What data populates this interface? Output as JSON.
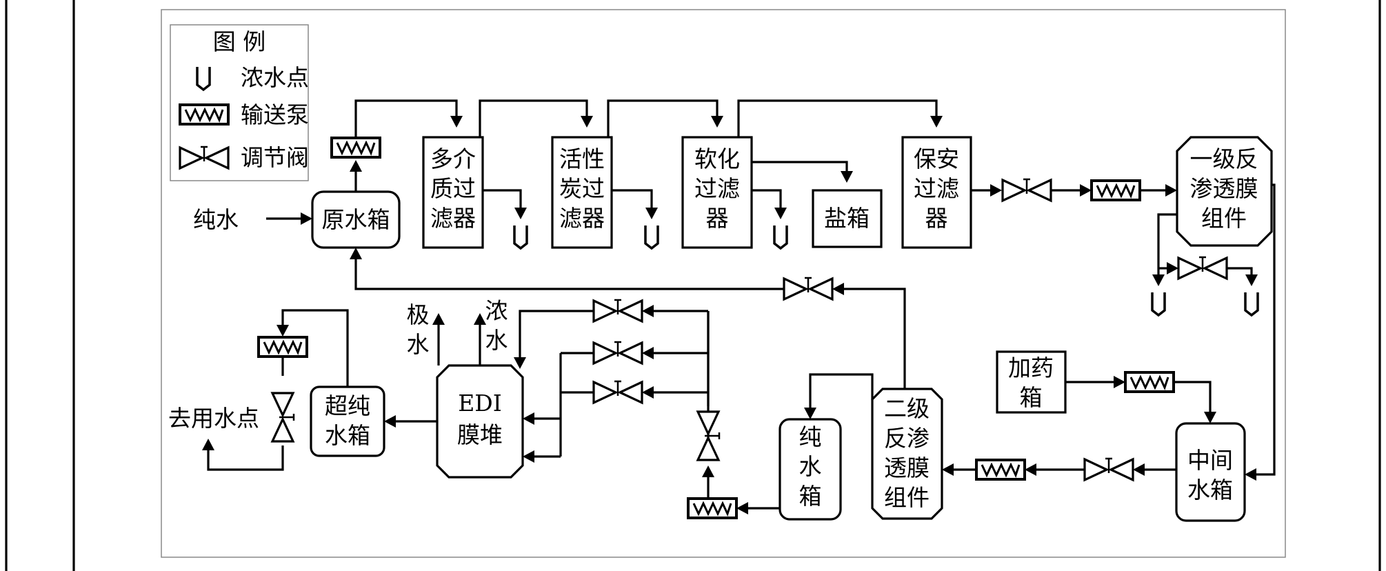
{
  "legend": {
    "title": "图  例",
    "items": [
      {
        "icon": "concentrate-point-icon",
        "label": "浓水点"
      },
      {
        "icon": "pump-icon",
        "label": "输送泵"
      },
      {
        "icon": "valve-icon",
        "label": "调节阀"
      }
    ]
  },
  "labels": {
    "pure_water_in": "纯水",
    "to_use_point": "去用水点",
    "electrode_water": [
      "极",
      "水"
    ],
    "concentrate_water": [
      "浓",
      "水"
    ]
  },
  "nodes": {
    "raw_tank": [
      "原水箱"
    ],
    "multi_media": [
      "多介",
      "质过",
      "滤器"
    ],
    "carbon": [
      "活性",
      "炭过",
      "滤器"
    ],
    "softener": [
      "软化",
      "过滤",
      "器"
    ],
    "salt_tank": [
      "盐箱"
    ],
    "security_filter": [
      "保安",
      "过滤",
      "器"
    ],
    "ro1": [
      "一级反",
      "渗透膜",
      "组件"
    ],
    "dosing_tank": [
      "加药",
      "箱"
    ],
    "mid_tank": [
      "中间",
      "水箱"
    ],
    "ro2": [
      "二级",
      "反渗",
      "透膜",
      "组件"
    ],
    "pure_tank": [
      "纯",
      "水",
      "箱"
    ],
    "edi": [
      "EDI",
      "膜堆"
    ],
    "ultrapure_tank": [
      "超纯",
      "水箱"
    ]
  }
}
